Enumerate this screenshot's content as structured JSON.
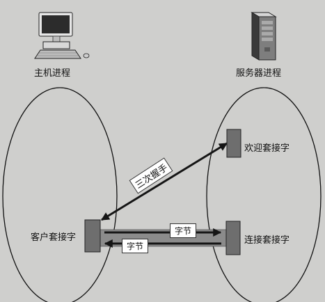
{
  "host": {
    "title": "主机进程",
    "client_socket_label": "客户套接字"
  },
  "server": {
    "title": "服务器进程",
    "welcome_socket_label": "欢迎套接字",
    "connection_socket_label": "连接套接字"
  },
  "handshake_label": "三次握手",
  "bytes_label_forward": "字节",
  "bytes_label_back": "字节",
  "colors": {
    "socket_fill": "#6e6e6e",
    "pipe_fill": "#8b8b8b",
    "arrow_head": "#151515",
    "oval_stroke": "#111111",
    "label_bg": "#ffffff"
  },
  "icons": {
    "host": "desktop-computer-icon",
    "server": "server-tower-icon"
  }
}
